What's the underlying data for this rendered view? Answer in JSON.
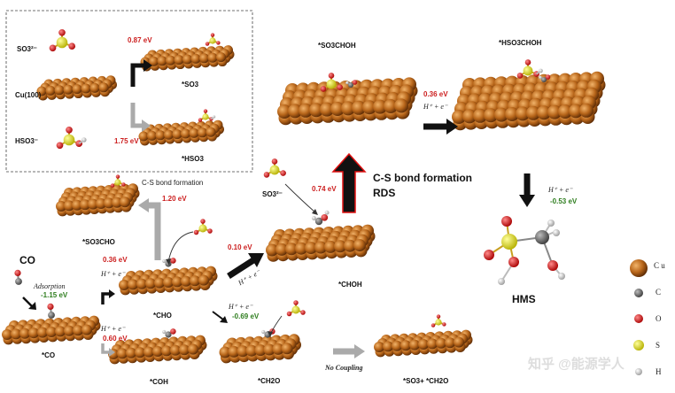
{
  "panel": {
    "so3_label": "SO3²⁻",
    "cu_label": "Cu(100)",
    "hso3_label": "HSO3⁻",
    "so3_energy": "0.87 eV",
    "so3_product": "*SO3",
    "hso3_energy": "1.75 eV",
    "hso3_product": "*HSO3"
  },
  "main": {
    "co_label": "CO",
    "adsorption_label": "Adsorption",
    "adsorption_energy": "-1.15 eV",
    "star_co": "*CO",
    "step_cho_energy": "0.36 eV",
    "he_label": "H⁺ + e⁻",
    "star_cho": "*CHO",
    "step_coh_energy": "0.60 eV",
    "star_coh": "*COH",
    "cs_formation_label": "C-S bond formation",
    "so3cho_energy": "1.20 eV",
    "star_so3cho": "*SO3CHO",
    "choh_energy": "0.10 eV",
    "star_choh": "*CHOH",
    "ch2o_energy": "-0.69 eV",
    "star_ch2o": "*CH2O",
    "no_coupling": "No Coupling",
    "star_so3_ch2o": "*SO3+ *CH2O",
    "so3_free": "SO3²⁻",
    "rds_energy": "0.74 eV",
    "cs_bond_label": "C-S bond formation",
    "rds_label": "RDS",
    "star_so3choh": "*SO3CHOH",
    "hso3choh_energy": "0.36 eV",
    "star_hso3choh": "*HSO3CHOH",
    "hms_energy": "-0.53 eV",
    "hms_label": "HMS"
  },
  "legend": {
    "cu": "C u",
    "c": "C",
    "o": "O",
    "s": "S",
    "h": "H"
  },
  "colors": {
    "copper": "#b8661a",
    "carbon": "#6e6e6e",
    "oxygen": "#d11a1a",
    "sulfur": "#e6e21a",
    "hydrogen": "#e8e8e8",
    "energy_red": "#cc1f1f",
    "energy_green": "#2e7d1e"
  },
  "watermark": "知乎 @能源学人"
}
